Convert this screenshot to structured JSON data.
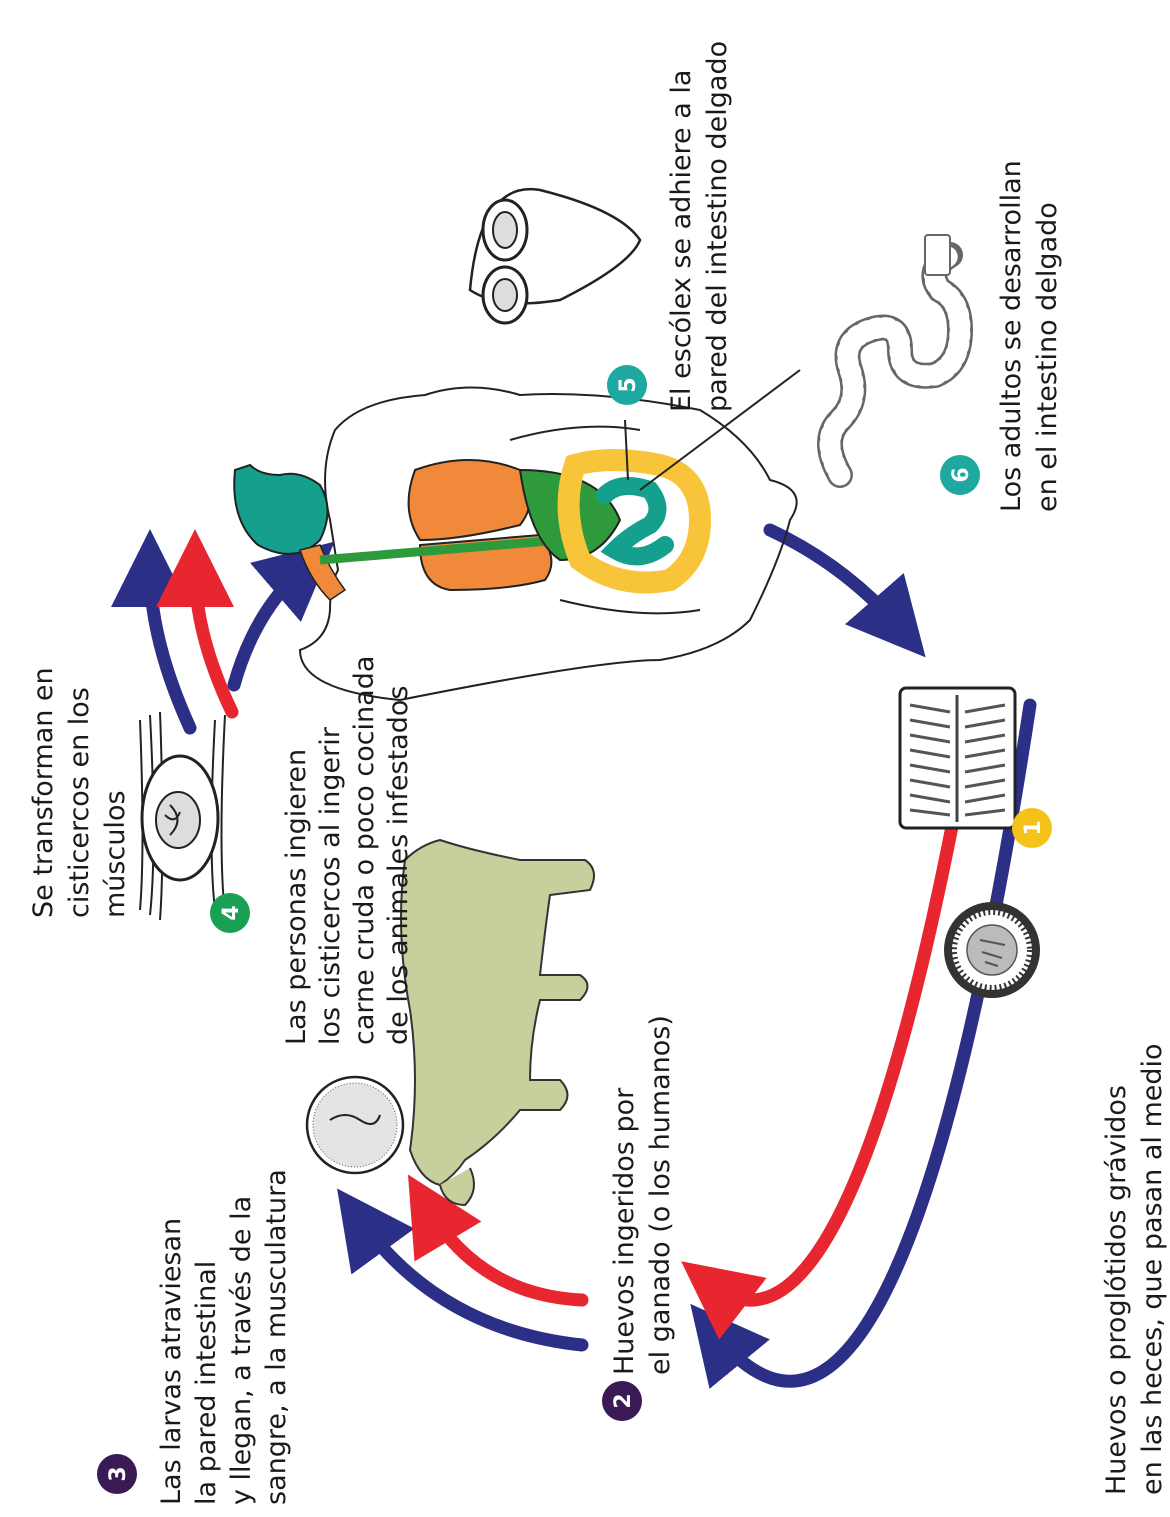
{
  "colors": {
    "blue_arrow": "#2b2f86",
    "red_arrow": "#e8262f",
    "badge_1": "#f4c21b",
    "badge_2": "#3a1a55",
    "badge_3": "#3a1a55",
    "badge_4": "#1aa055",
    "badge_5": "#1fa8a0",
    "badge_6": "#1fa8a0",
    "organ_orange": "#f08a3a",
    "organ_teal": "#14a08c",
    "organ_green": "#2e9a3c",
    "organ_yellow": "#f7c43a",
    "cow": "#c8cf9c"
  },
  "steps": [
    {
      "number": "1",
      "lines": [
        "Huevos o proglótidos grávidos",
        "en las heces, que pasan al medio"
      ]
    },
    {
      "number": "2",
      "lines": [
        "Huevos ingeridos por",
        "el ganado (o los humanos)"
      ]
    },
    {
      "number": "3",
      "lines": [
        "Las larvas atraviesan",
        "la pared intestinal",
        "y llegan, a través de la",
        "sangre, a la musculatura"
      ]
    },
    {
      "number": "4",
      "lines": [
        "Se transforman en",
        "cisticercos en los",
        "músculos"
      ]
    },
    {
      "number": "",
      "lines": [
        "Las personas ingieren",
        "los cisticercos al ingerir",
        "carne cruda o poco cocinada",
        "de los animales infestados"
      ]
    },
    {
      "number": "5",
      "lines": [
        "El escólex se adhiere a la",
        "pared del intestino delgado"
      ]
    },
    {
      "number": "6",
      "lines": [
        "Los adultos se desarrollan",
        "en el intestino delgado"
      ]
    }
  ]
}
